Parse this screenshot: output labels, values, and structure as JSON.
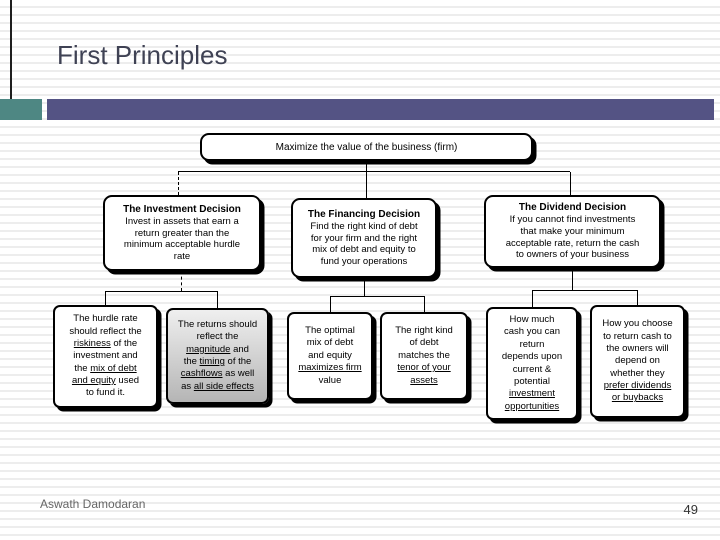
{
  "slide": {
    "title": "First Principles",
    "author": "Aswath Damodaran",
    "page_number": "49",
    "colors": {
      "accent_teal": "#4e8783",
      "accent_bar": "#545384",
      "title_text": "#3f4254"
    }
  },
  "diagram": {
    "maximize": {
      "lines": [
        [
          {
            "t": "Maximize the value of the business (firm)"
          }
        ]
      ]
    },
    "investment": {
      "heading": "The Investment Decision",
      "lines": [
        [
          {
            "t": "Invest in assets that earn a"
          }
        ],
        [
          {
            "t": "return greater than the"
          }
        ],
        [
          {
            "t": "minimum acceptable hurdle"
          }
        ],
        [
          {
            "t": "rate"
          }
        ]
      ]
    },
    "financing": {
      "heading": "The Financing Decision",
      "lines": [
        [
          {
            "t": "Find the right kind of debt"
          }
        ],
        [
          {
            "t": "for your firm and the right"
          }
        ],
        [
          {
            "t": "mix of debt and equity to"
          }
        ],
        [
          {
            "t": "fund your operations"
          }
        ]
      ]
    },
    "dividend": {
      "heading": "The Dividend Decision",
      "lines": [
        [
          {
            "t": "If you cannot find investments"
          }
        ],
        [
          {
            "t": "that make your minimum"
          }
        ],
        [
          {
            "t": "acceptable rate, return the cash"
          }
        ],
        [
          {
            "t": "to owners of your business"
          }
        ]
      ]
    },
    "hurdle": {
      "lines": [
        [
          {
            "t": "The hurdle rate"
          }
        ],
        [
          {
            "t": "should reflect the"
          }
        ],
        [
          {
            "t": "riskiness",
            "u": true
          },
          {
            "t": " of the"
          }
        ],
        [
          {
            "t": "investment and"
          }
        ],
        [
          {
            "t": "the "
          },
          {
            "t": "mix of debt",
            "u": true
          }
        ],
        [
          {
            "t": "and equity",
            "u": true
          },
          {
            "t": " used"
          }
        ],
        [
          {
            "t": "to fund it."
          }
        ]
      ]
    },
    "returns": {
      "lines": [
        [
          {
            "t": "The returns should"
          }
        ],
        [
          {
            "t": "reflect the"
          }
        ],
        [
          {
            "t": "magnitude",
            "u": true
          },
          {
            "t": " and"
          }
        ],
        [
          {
            "t": "the "
          },
          {
            "t": "timing",
            "u": true
          },
          {
            "t": " of the"
          }
        ],
        [
          {
            "t": "cashflows",
            "u": true
          },
          {
            "t": " as well"
          }
        ],
        [
          {
            "t": "as "
          },
          {
            "t": "all side effects",
            "u": true
          }
        ]
      ]
    },
    "optimal_mix": {
      "lines": [
        [
          {
            "t": "The optimal"
          }
        ],
        [
          {
            "t": "mix of debt"
          }
        ],
        [
          {
            "t": "and equity"
          }
        ],
        [
          {
            "t": "maximizes firm",
            "u": true
          }
        ],
        [
          {
            "t": "value"
          }
        ]
      ]
    },
    "right_debt": {
      "lines": [
        [
          {
            "t": "The right kind"
          }
        ],
        [
          {
            "t": "of debt"
          }
        ],
        [
          {
            "t": "matches the"
          }
        ],
        [
          {
            "t": "tenor of your",
            "u": true
          }
        ],
        [
          {
            "t": "assets",
            "u": true
          }
        ]
      ]
    },
    "cash_return": {
      "lines": [
        [
          {
            "t": "How much"
          }
        ],
        [
          {
            "t": "cash you can"
          }
        ],
        [
          {
            "t": "return"
          }
        ],
        [
          {
            "t": "depends upon"
          }
        ],
        [
          {
            "t": "current &"
          }
        ],
        [
          {
            "t": "potential"
          }
        ],
        [
          {
            "t": "investment",
            "u": true
          }
        ],
        [
          {
            "t": "opportunities",
            "u": true
          }
        ]
      ]
    },
    "return_method": {
      "lines": [
        [
          {
            "t": "How you choose"
          }
        ],
        [
          {
            "t": "to return cash to"
          }
        ],
        [
          {
            "t": "the owners will"
          }
        ],
        [
          {
            "t": "depend on"
          }
        ],
        [
          {
            "t": "whether they"
          }
        ],
        [
          {
            "t": "prefer dividends",
            "u": true
          }
        ],
        [
          {
            "t": "or buybacks",
            "u": true
          }
        ]
      ]
    }
  }
}
